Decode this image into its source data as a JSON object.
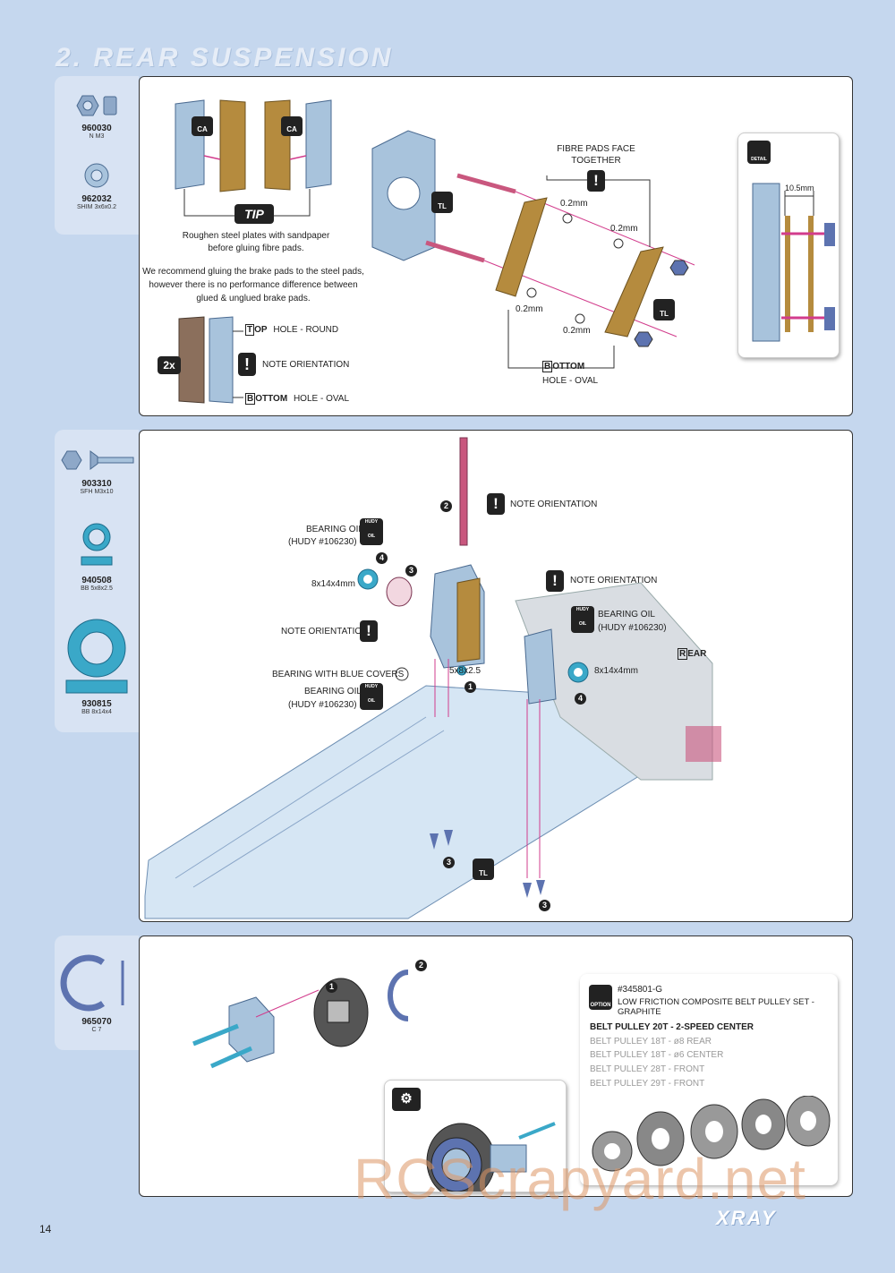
{
  "page": {
    "title": "2. REAR SUSPENSION",
    "page_number": "14",
    "brand": "XRAY",
    "watermark": "RCScrapyard.net"
  },
  "parts": {
    "p1": {
      "code": "960030",
      "desc": "N M3"
    },
    "p2": {
      "code": "962032",
      "desc": "SHIM 3x6x0.2"
    },
    "p3": {
      "code": "903310",
      "desc": "SFH M3x10"
    },
    "p4": {
      "code": "940508",
      "desc": "BB 5x8x2.5"
    },
    "p5": {
      "code": "930815",
      "desc": "BB 8x14x4"
    },
    "p6": {
      "code": "965070",
      "desc": "C 7"
    }
  },
  "step1": {
    "tip_badge": "TIP",
    "ca": "CA",
    "tl": "TL",
    "tip_text1": "Roughen steel plates with sandpaper",
    "tip_text2": "before gluing fibre pads.",
    "note1": "We recommend gluing the brake pads to the steel pads,",
    "note2": "however there is no performance difference between",
    "note3": "glued & unglued brake pads.",
    "qty": "2x",
    "top_letter": "T",
    "top_word": "OP",
    "top_hole": "HOLE - ROUND",
    "note_orientation": "NOTE ORIENTATION",
    "bottom_letter": "B",
    "bottom_word": "OTTOM",
    "bottom_hole": "HOLE - OVAL",
    "fibre1": "FIBRE PADS FACE",
    "fibre2": "TOGETHER",
    "shim_a": "0.2mm",
    "shim_b": "0.2mm",
    "shim_c": "0.2mm",
    "shim_d": "0.2mm",
    "bottom2_letter": "B",
    "bottom2_word": "OTTOM",
    "bottom2_hole": "HOLE - OVAL",
    "detail_label": "DETAIL",
    "dimension": "10.5mm"
  },
  "step2": {
    "note_orientation_top": "NOTE ORIENTATION",
    "bearing_oil_left1": "BEARING OIL",
    "bearing_oil_left2": "(HUDY #106230)",
    "bearing_left": "8x14x4mm",
    "note_orientation_left": "NOTE ORIENTATION",
    "blue_covers": "BEARING WITH BLUE COVERS",
    "bearing_oil_low1": "BEARING OIL",
    "bearing_oil_low2": "(HUDY #106230)",
    "small_bearing": "5x8x2.5",
    "note_orientation_right": "NOTE ORIENTATION",
    "bearing_oil_right1": "BEARING OIL",
    "bearing_oil_right2": "(HUDY #106230)",
    "bearing_right": "8x14x4mm",
    "rear_letter": "R",
    "rear_word": "EAR",
    "hudy": "HUDY",
    "oil": "OIL",
    "tl": "TL",
    "n1": "1",
    "n2": "2",
    "n3": "3",
    "n4": "4"
  },
  "step3": {
    "n1": "1",
    "n2": "2",
    "option_label": "OPTION",
    "option_code": "#345801-G",
    "option_title": "LOW FRICTION COMPOSITE BELT PULLEY SET - GRAPHITE",
    "pulley_main": "BELT PULLEY 20T - 2-SPEED CENTER",
    "pulley_list": [
      "BELT PULLEY 18T - ø8 REAR",
      "BELT PULLEY 18T - ø6 CENTER",
      "BELT PULLEY 28T - FRONT",
      "BELT PULLEY 29T - FRONT"
    ]
  },
  "colors": {
    "background": "#c5d7ee",
    "part_blue": "#a8c3dc",
    "bronze": "#b58b3e",
    "magenta": "#d23c8c",
    "bearing_cyan": "#3aa8c8"
  }
}
